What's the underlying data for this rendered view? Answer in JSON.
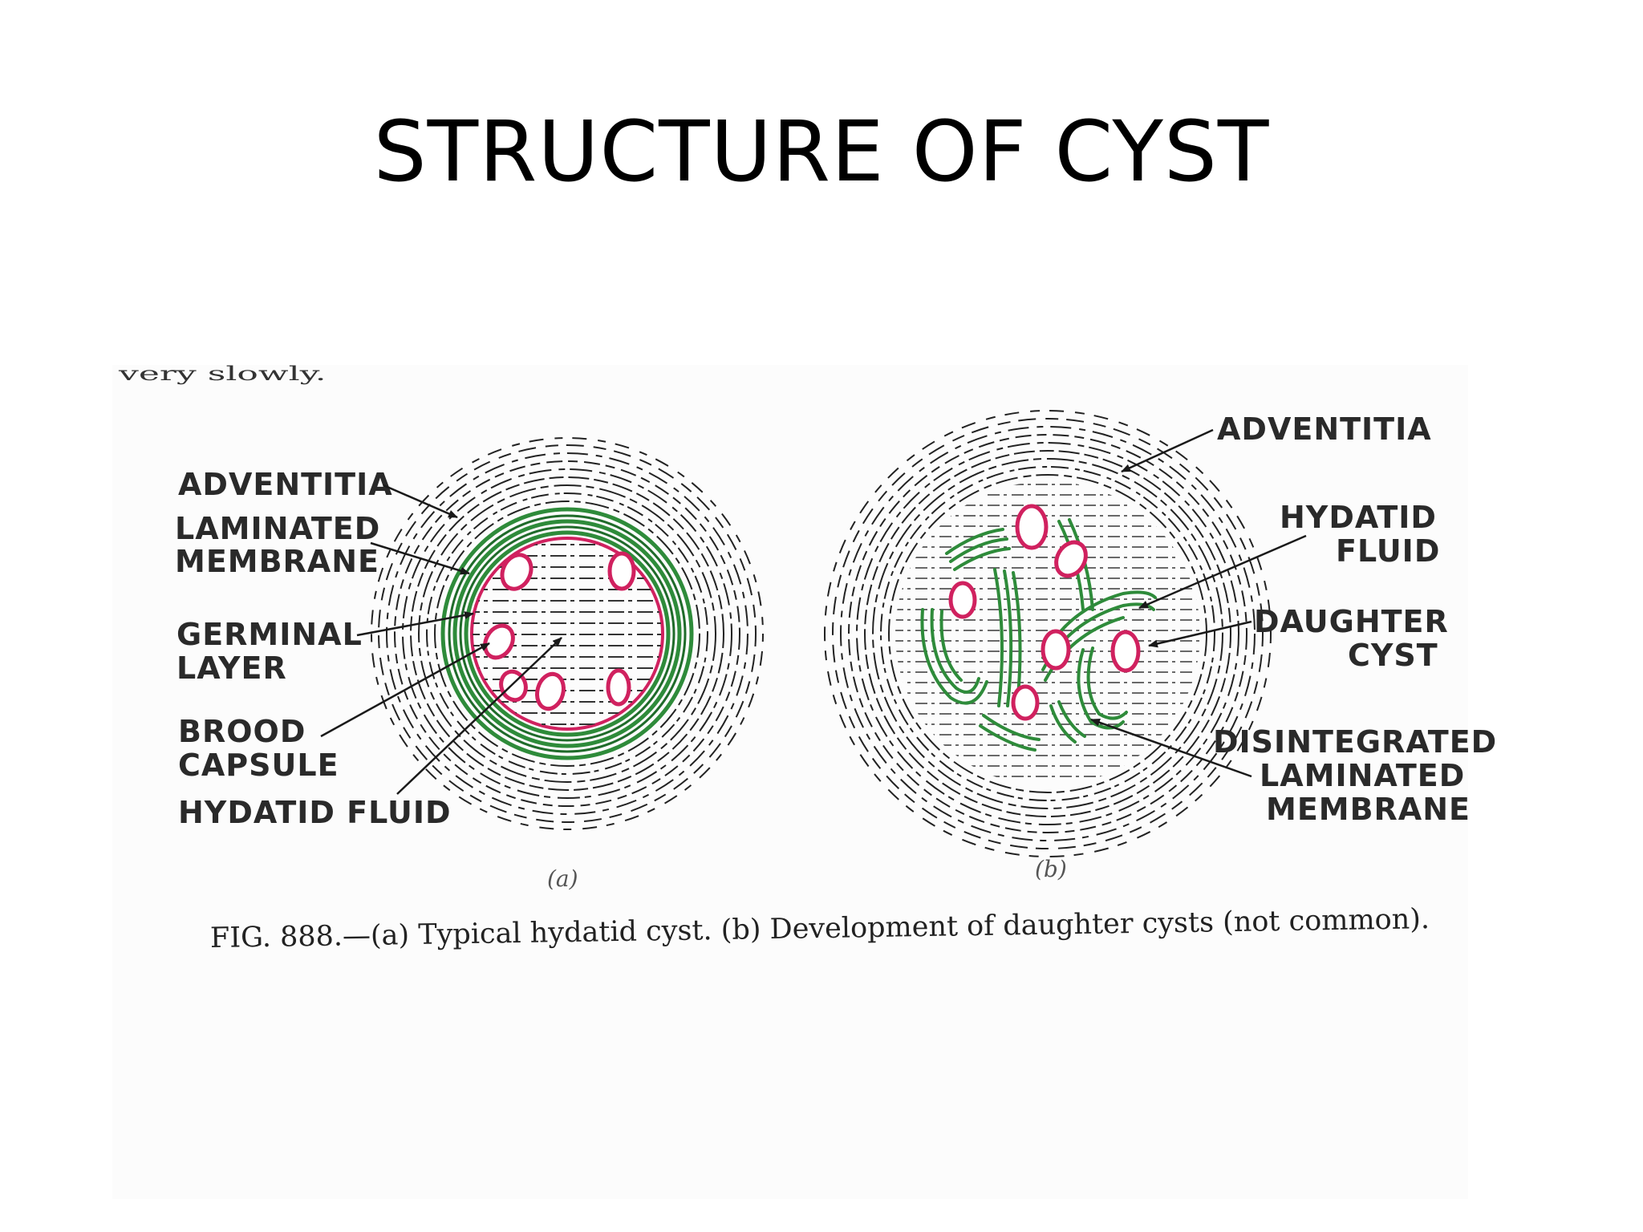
{
  "title": "STRUCTURE OF CYST",
  "page_fragment": "very slowly.",
  "figure_a": {
    "labels": {
      "adventitia": "ADVENTITIA",
      "laminated_1": "LAMINATED",
      "laminated_2": "MEMBRANE",
      "germinal_1": "GERMINAL",
      "germinal_2": "LAYER",
      "brood_1": "BROOD",
      "brood_2": "CAPSULE",
      "fluid": "HYDATID FLUID"
    },
    "sublabel": "(a)"
  },
  "figure_b": {
    "labels": {
      "adventitia": "ADVENTITIA",
      "fluid_1": "HYDATID",
      "fluid_2": "FLUID",
      "daughter_1": "DAUGHTER",
      "daughter_2": "CYST",
      "disint_1": "DISINTEGRATED",
      "disint_2": "LAMINATED",
      "disint_3": "MEMBRANE"
    },
    "sublabel": "(b)"
  },
  "caption": "FIG. 888.—(a) Typical hydatid cyst. (b) Development of daughter cysts (not common).",
  "colors": {
    "green": "#2e8b3a",
    "pink": "#d0215f",
    "ink": "#1a1a1a"
  }
}
